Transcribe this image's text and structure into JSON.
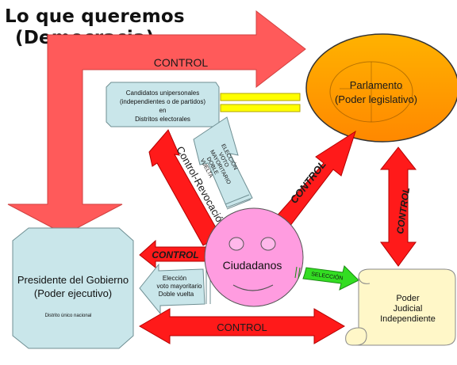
{
  "title": {
    "line1": "Lo que queremos",
    "line2": "(Democracia)"
  },
  "nodes": {
    "parlamento": {
      "line1": "Parlamento",
      "line2": "(Poder legislativo)"
    },
    "presidente": {
      "line1": "Presidente del Gobierno",
      "line2": "(Poder ejecutivo)",
      "note": "Distrito único nacional"
    },
    "ciudadanos": {
      "label": "Ciudadanos"
    },
    "judicial": {
      "line1": "Poder",
      "line2": "Judicial",
      "line3": "Independiente"
    },
    "candidatos": {
      "line1": "Candidatos unipersonales",
      "line2": "(independientes o de partidos)",
      "line3": "en",
      "line4": "Distritos electorales"
    }
  },
  "arrows": {
    "top_control": "CONTROL",
    "bottom_control": "CONTROL",
    "parl_control": "CONTROL",
    "parl_judicial_control": "CONTROL",
    "pres_control": "CONTROL",
    "revocacion": "Control-Revocación",
    "eleccion_parl": [
      "ELECCIÓN",
      "VOTO",
      "MAYORITARIO",
      "DOBLE",
      "VUELTA"
    ],
    "eleccion_pres": [
      "Elección",
      "voto mayoritario",
      "Doble vuelta"
    ],
    "seleccion": "SELECCIÓN"
  },
  "colors": {
    "red": "#ff1a1a",
    "salmon": "#ff5b5b",
    "orange": "#ff9a00",
    "lightblue": "#c8e6ea",
    "pink": "#ff9ce0",
    "cream": "#fff7c8",
    "green": "#33dd22",
    "yellow": "#ffff00"
  }
}
